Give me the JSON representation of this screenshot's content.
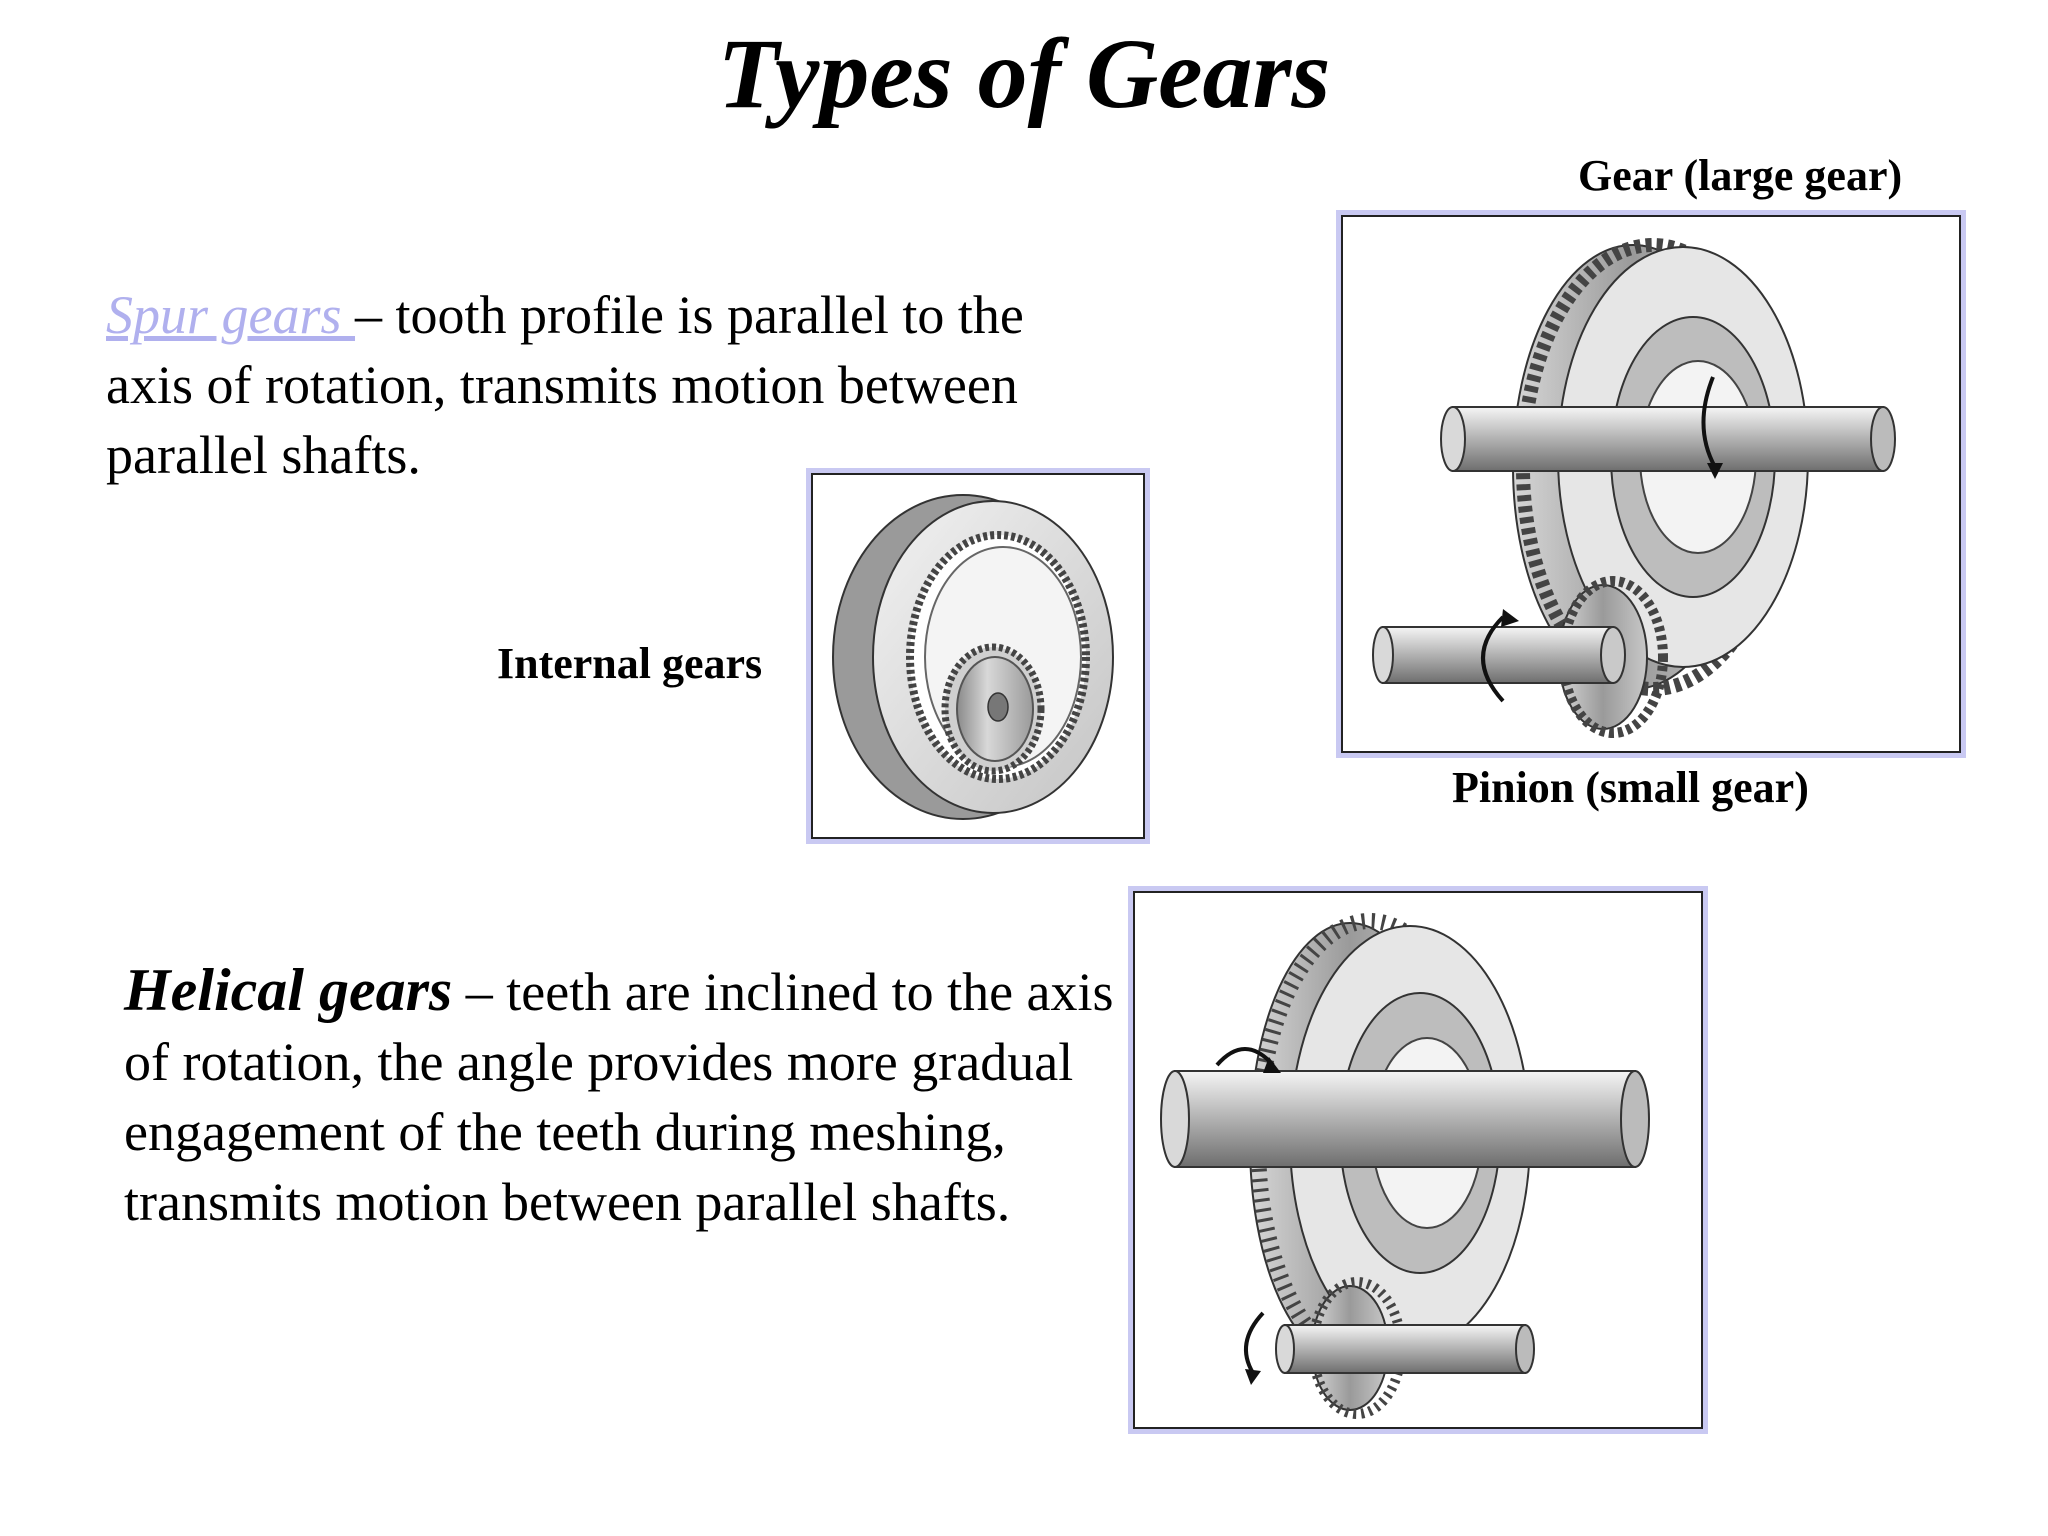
{
  "slide": {
    "title": "Types of Gears"
  },
  "spur": {
    "link_text": "Spur gears ",
    "link_trail": " ",
    "description": "– tooth profile is parallel to the axis of rotation, transmits motion between parallel shafts."
  },
  "helical": {
    "term": "Helical gears",
    "description": " – teeth are inclined to the axis of rotation, the angle provides more gradual engagement of the teeth during meshing, transmits motion between parallel shafts."
  },
  "captions": {
    "internal": "Internal gears",
    "gear": "Gear (large gear)",
    "pinion": "Pinion (small gear)"
  },
  "colors": {
    "link": "#b0b0ee",
    "frame_border": "#c9c9f2"
  }
}
